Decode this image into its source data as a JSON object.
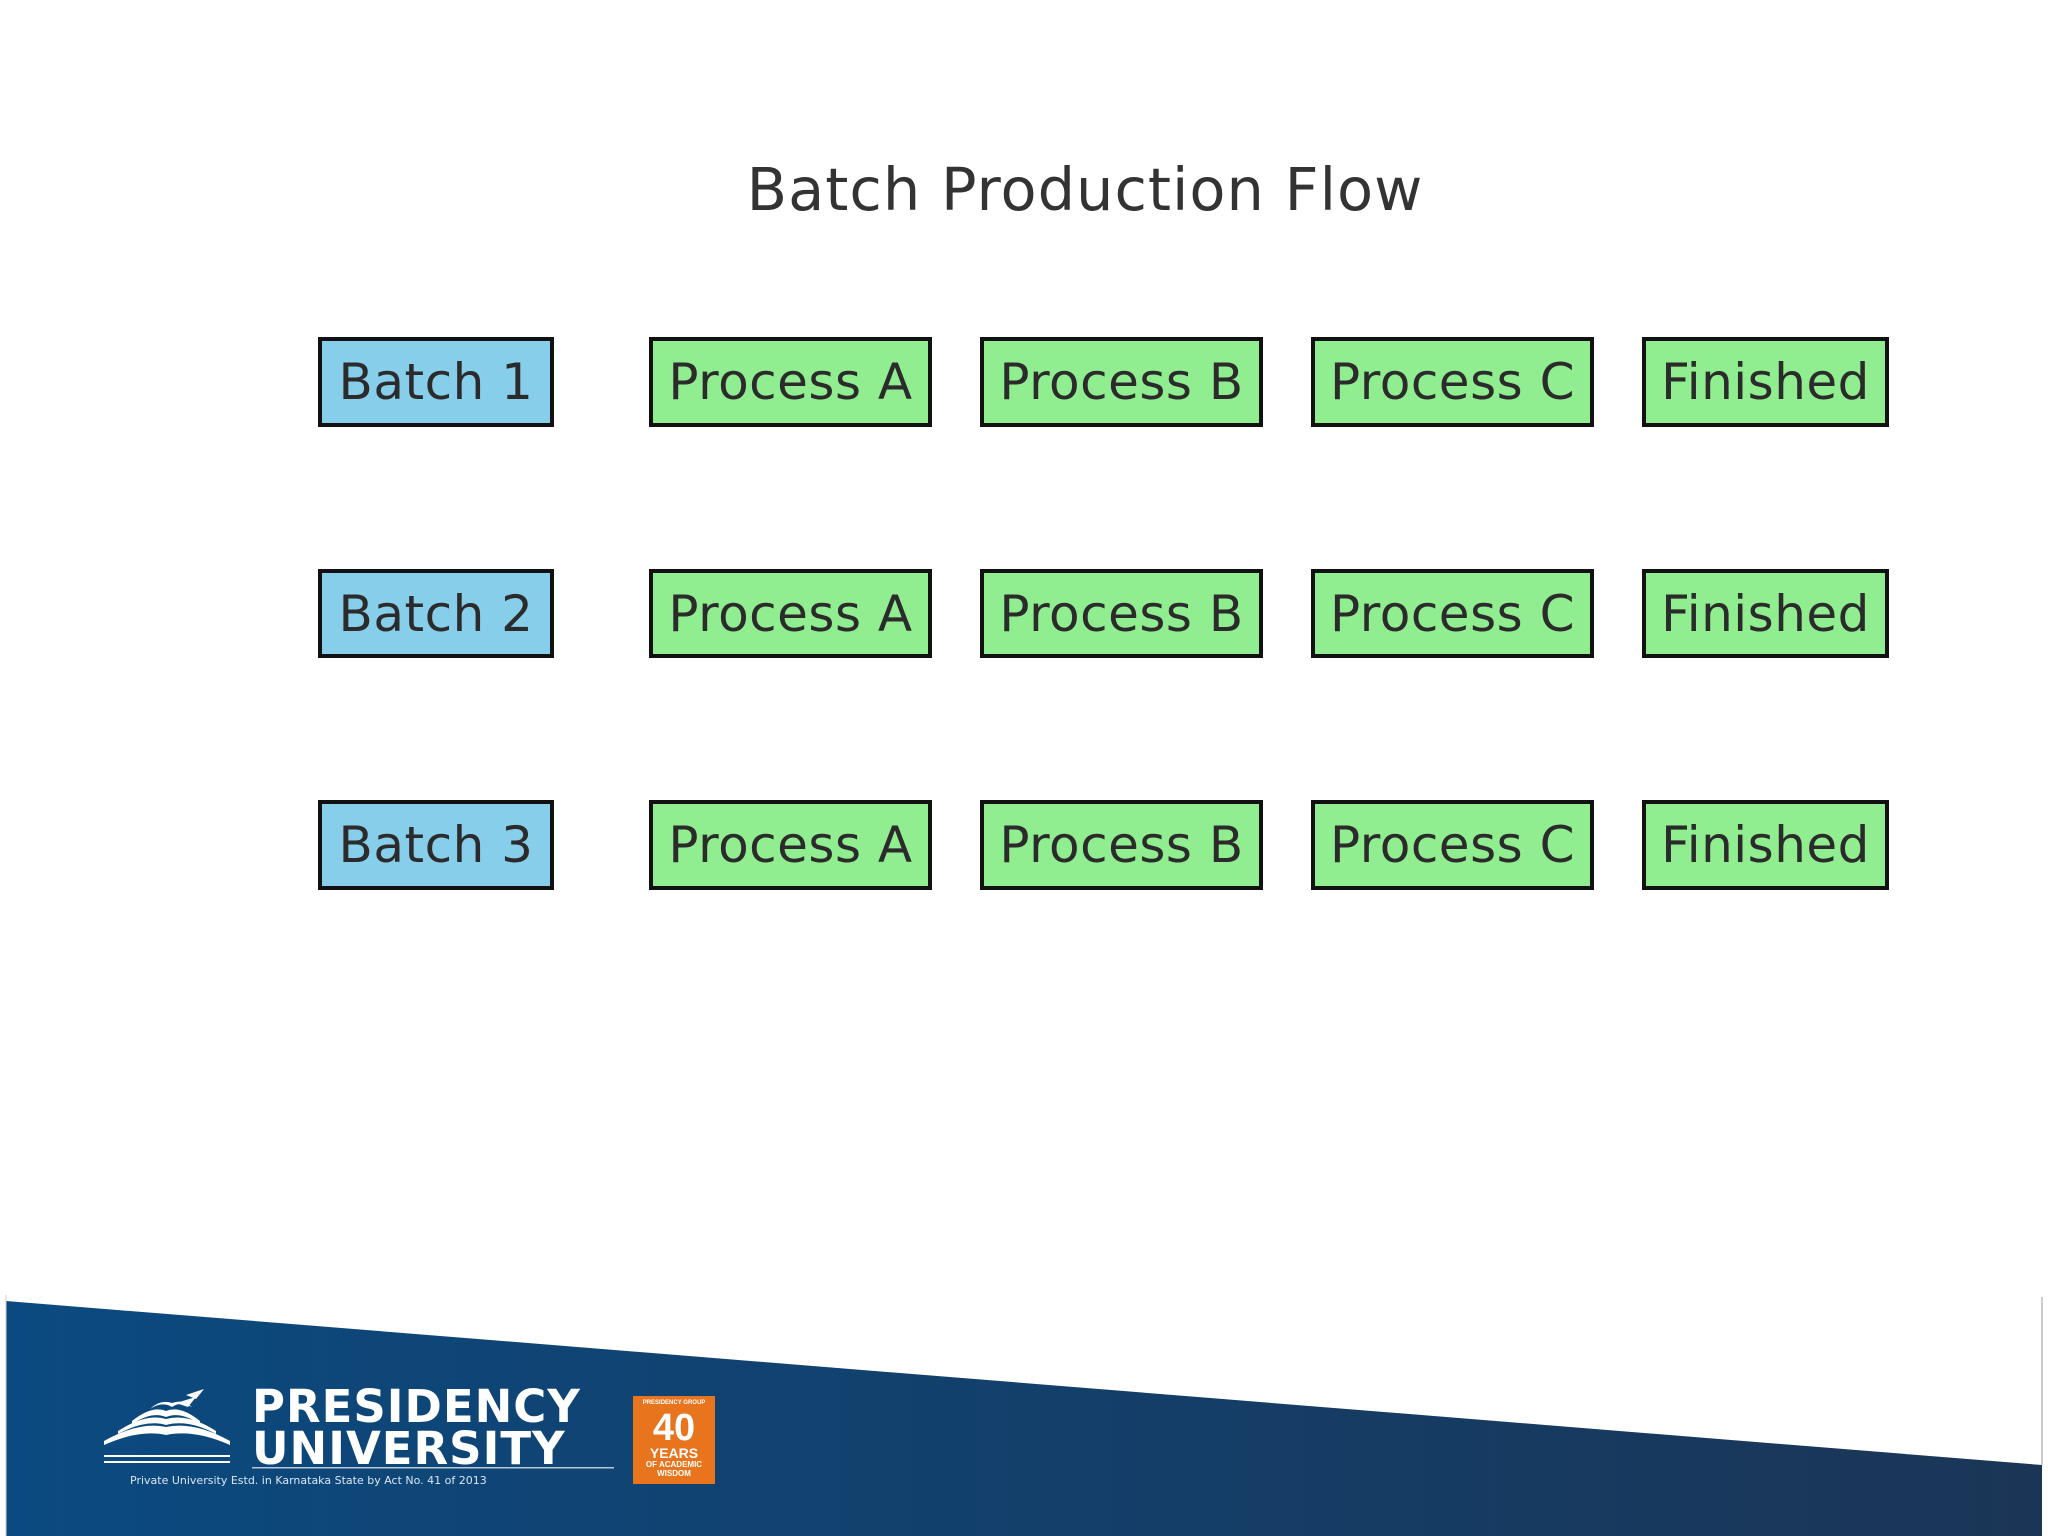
{
  "diagram": {
    "title": "Batch Production Flow",
    "rows": [
      {
        "batch": "Batch 1",
        "steps": [
          "Process A",
          "Process B",
          "Process C"
        ],
        "end": "Finished"
      },
      {
        "batch": "Batch 2",
        "steps": [
          "Process A",
          "Process B",
          "Process C"
        ],
        "end": "Finished"
      },
      {
        "batch": "Batch 3",
        "steps": [
          "Process A",
          "Process B",
          "Process C"
        ],
        "end": "Finished"
      }
    ],
    "colors": {
      "batch_fill": "#87ceeb",
      "process_fill": "#90ee90",
      "border": "#111111",
      "footer_dark": "#0b4a80",
      "footer_end": "#1b3556",
      "anniversary_badge": "#e8741e"
    }
  },
  "footer": {
    "logo_line1": "PRESIDENCY",
    "logo_line2": "UNIVERSITY",
    "tagline": "Private University Estd. in Karnataka State by Act No. 41 of 2013",
    "badge_top": "PRESIDENCY GROUP",
    "badge_number": "40",
    "badge_word": "YEARS",
    "badge_bottom": "OF ACADEMIC WISDOM"
  }
}
